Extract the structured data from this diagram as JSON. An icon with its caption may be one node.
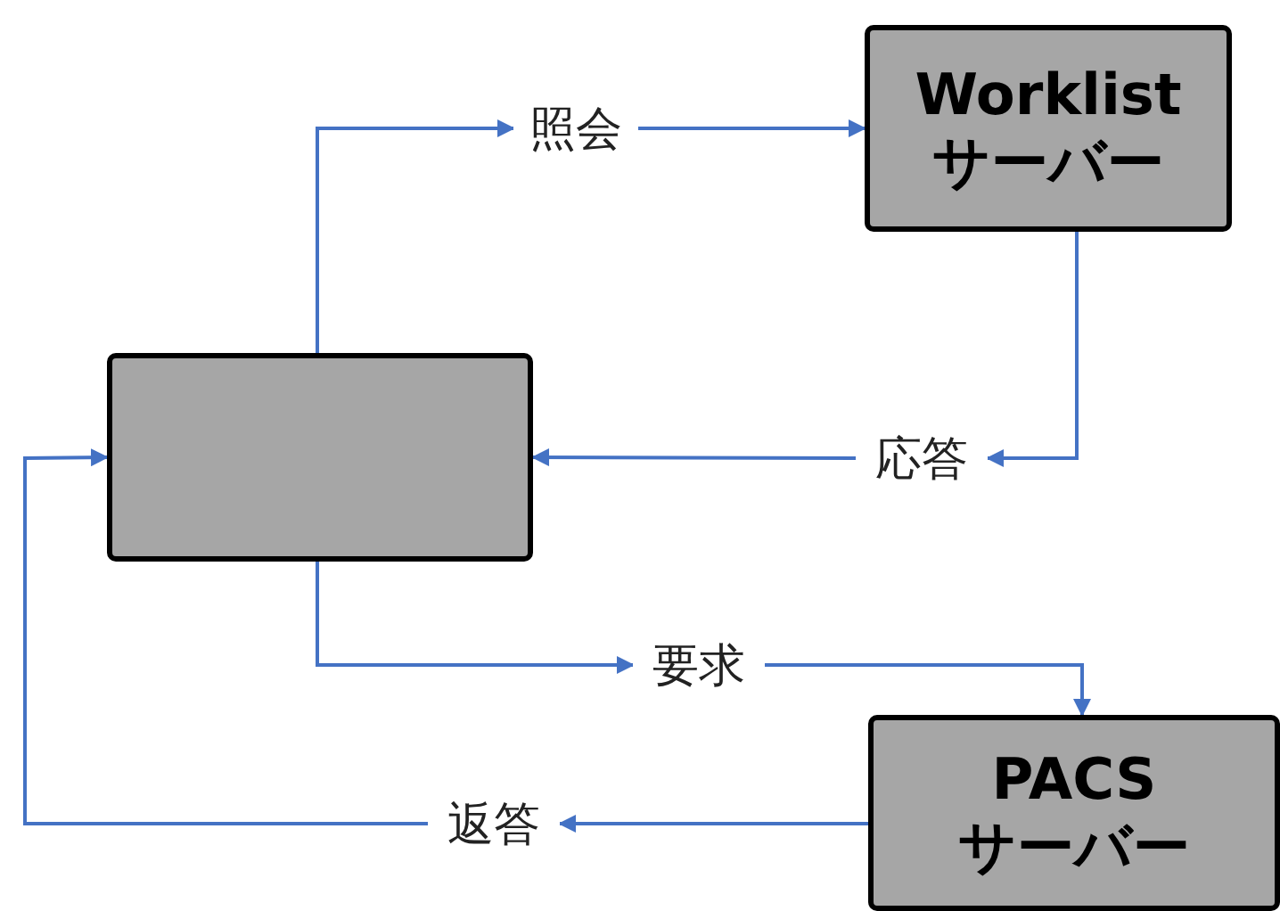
{
  "diagram": {
    "nodes": [
      {
        "text": [
          "照会"
        ]
      },
      {
        "text": [
          "Worklist サーバー"
        ]
      },
      {
        "text": [],
        "shape": "box"
      },
      {
        "text": [
          "応答"
        ]
      },
      {
        "text": [
          "要求"
        ]
      },
      {
        "text": [
          "PACS サーバー"
        ]
      },
      {
        "text": [
          "返答"
        ]
      }
    ],
    "edges": [
      {
        "from": 2,
        "to": 0,
        "arrow": "to"
      },
      {
        "from": 0,
        "to": 1,
        "arrow": "to"
      },
      {
        "from": 1,
        "to": 3,
        "arrow": "to"
      },
      {
        "from": 3,
        "to": 2,
        "arrow": "to"
      },
      {
        "from": 2,
        "to": 4,
        "arrow": "to"
      },
      {
        "from": 4,
        "to": 5,
        "arrow": "to"
      },
      {
        "from": 5,
        "to": 6,
        "arrow": "to"
      },
      {
        "from": 6,
        "to": 2,
        "arrow": "to"
      }
    ]
  }
}
